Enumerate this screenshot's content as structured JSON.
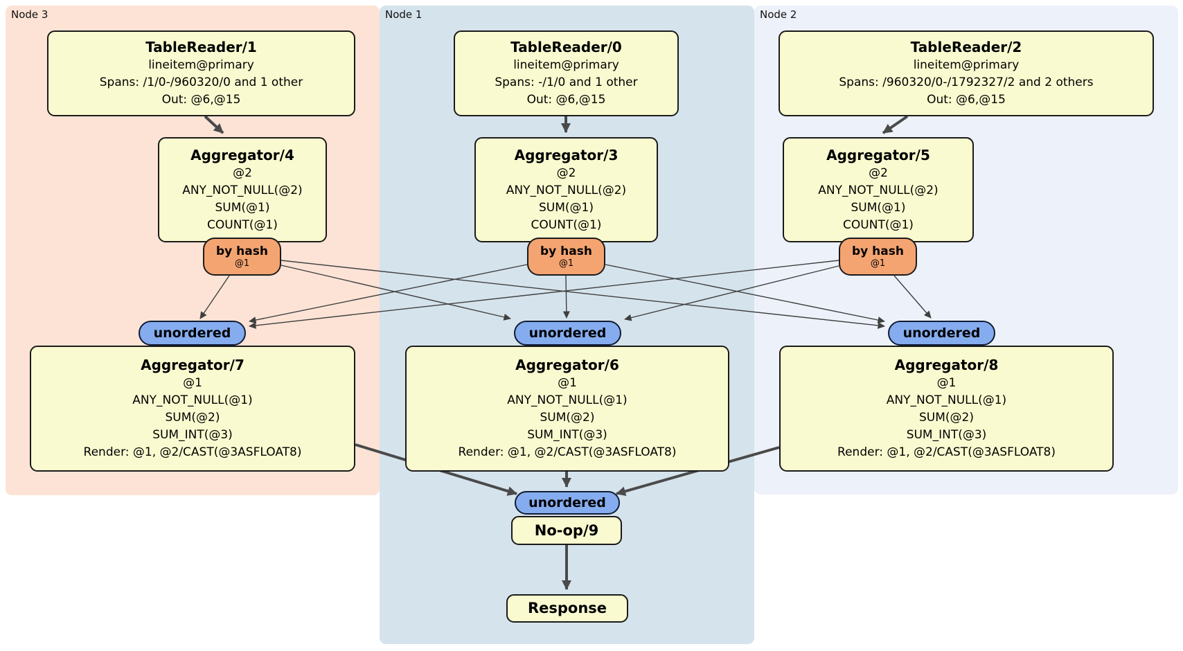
{
  "regions": {
    "node3": {
      "label": "Node 3"
    },
    "node1": {
      "label": "Node 1"
    },
    "node2": {
      "label": "Node 2"
    }
  },
  "processors": {
    "tr1": {
      "title": "TableReader/1",
      "lines": [
        "lineitem@primary",
        "Spans: /1/0-/960320/0 and 1 other",
        "Out: @6,@15"
      ]
    },
    "tr0": {
      "title": "TableReader/0",
      "lines": [
        "lineitem@primary",
        "Spans: -/1/0 and 1 other",
        "Out: @6,@15"
      ]
    },
    "tr2": {
      "title": "TableReader/2",
      "lines": [
        "lineitem@primary",
        "Spans: /960320/0-/1792327/2 and 2 others",
        "Out: @6,@15"
      ]
    },
    "agg4": {
      "title": "Aggregator/4",
      "lines": [
        "@2",
        "ANY_NOT_NULL(@2)",
        "SUM(@1)",
        "COUNT(@1)"
      ]
    },
    "agg3": {
      "title": "Aggregator/3",
      "lines": [
        "@2",
        "ANY_NOT_NULL(@2)",
        "SUM(@1)",
        "COUNT(@1)"
      ]
    },
    "agg5": {
      "title": "Aggregator/5",
      "lines": [
        "@2",
        "ANY_NOT_NULL(@2)",
        "SUM(@1)",
        "COUNT(@1)"
      ]
    },
    "agg7": {
      "title": "Aggregator/7",
      "lines": [
        "@1",
        "ANY_NOT_NULL(@1)",
        "SUM(@2)",
        "SUM_INT(@3)",
        "Render: @1, @2/CAST(@3ASFLOAT8)"
      ]
    },
    "agg6": {
      "title": "Aggregator/6",
      "lines": [
        "@1",
        "ANY_NOT_NULL(@1)",
        "SUM(@2)",
        "SUM_INT(@3)",
        "Render: @1, @2/CAST(@3ASFLOAT8)"
      ]
    },
    "agg8": {
      "title": "Aggregator/8",
      "lines": [
        "@1",
        "ANY_NOT_NULL(@1)",
        "SUM(@2)",
        "SUM_INT(@3)",
        "Render: @1, @2/CAST(@3ASFLOAT8)"
      ]
    },
    "noop": {
      "title": "No-op/9"
    },
    "response": {
      "title": "Response"
    }
  },
  "routers": [
    {
      "label": "by hash",
      "detail": "@1"
    },
    {
      "label": "by hash",
      "detail": "@1"
    },
    {
      "label": "by hash",
      "detail": "@1"
    }
  ],
  "streams": [
    {
      "label": "unordered"
    },
    {
      "label": "unordered"
    },
    {
      "label": "unordered"
    },
    {
      "label": "unordered"
    }
  ],
  "colors": {
    "region_node3": "#fce3d6",
    "region_node1": "#d5e3ec",
    "region_node2": "#edf1fa",
    "processor_fill": "#fafad0",
    "router_fill": "#f4a471",
    "stream_fill": "#85acef",
    "edge_thick": "#4a4a4a",
    "edge_thin": "#3f3f3f"
  }
}
